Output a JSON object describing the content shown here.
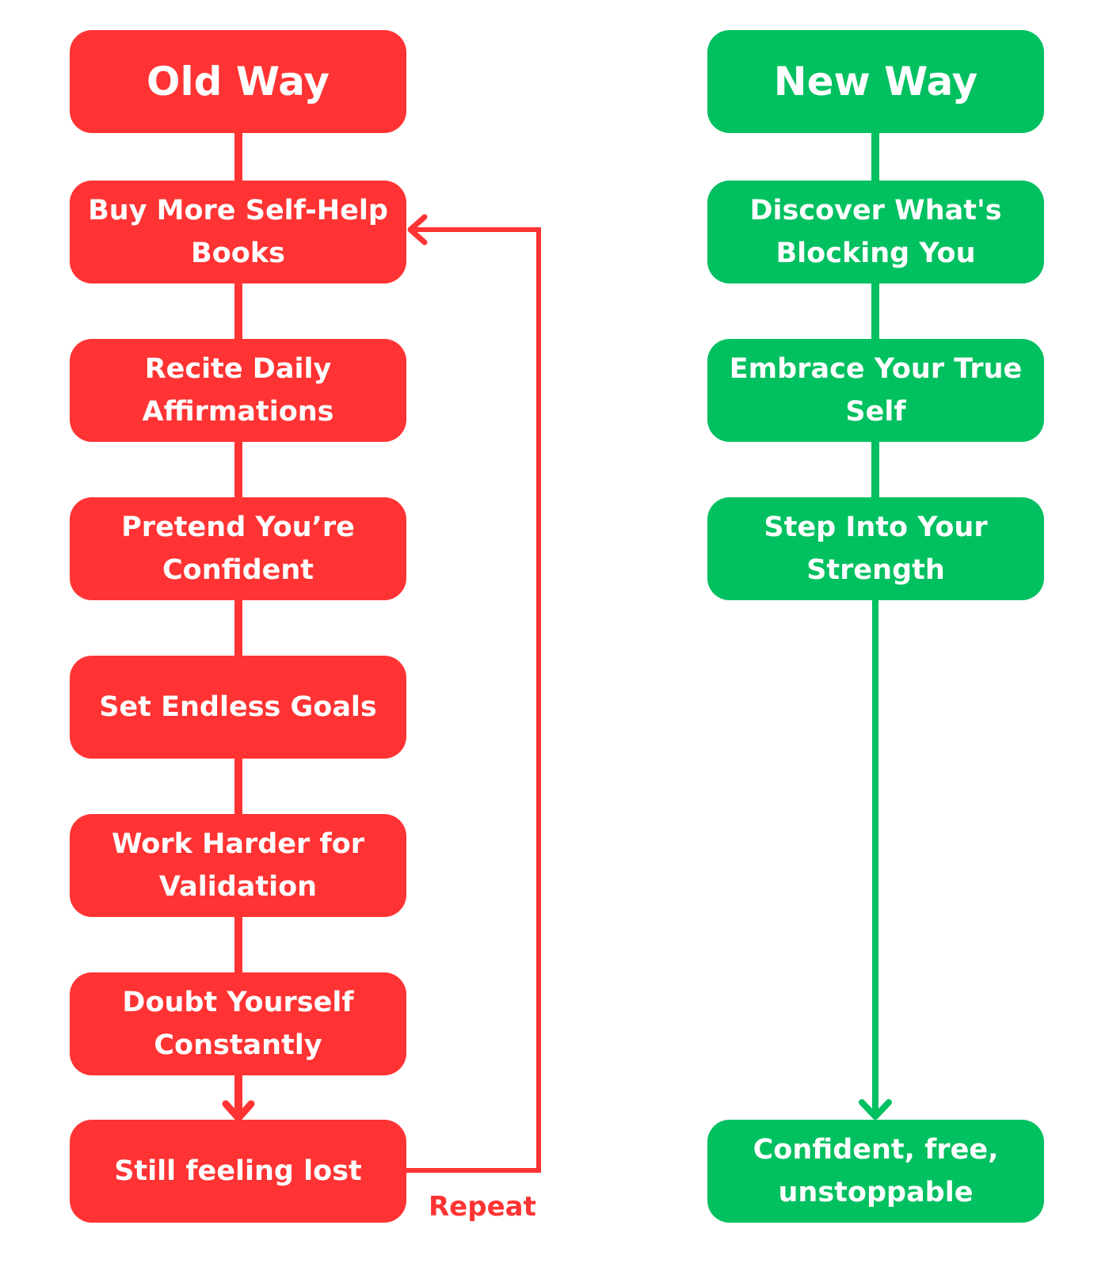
{
  "colors": {
    "old": "#ff3333",
    "new": "#00c060",
    "text_on_box": "#ffffff",
    "background": "#ffffff"
  },
  "old_way": {
    "header": "Old Way",
    "steps": [
      "Buy More Self-Help Books",
      "Recite Daily Affirmations",
      "Pretend You’re Confident",
      "Set Endless Goals",
      "Work Harder for Validation",
      "Doubt Yourself Constantly",
      "Still feeling lost"
    ],
    "loop_label": "Repeat"
  },
  "new_way": {
    "header": "New Way",
    "steps": [
      "Discover What's Blocking You",
      "Embrace Your True Self",
      "Step Into Your Strength"
    ],
    "outcome": "Confident, free, unstoppable"
  }
}
